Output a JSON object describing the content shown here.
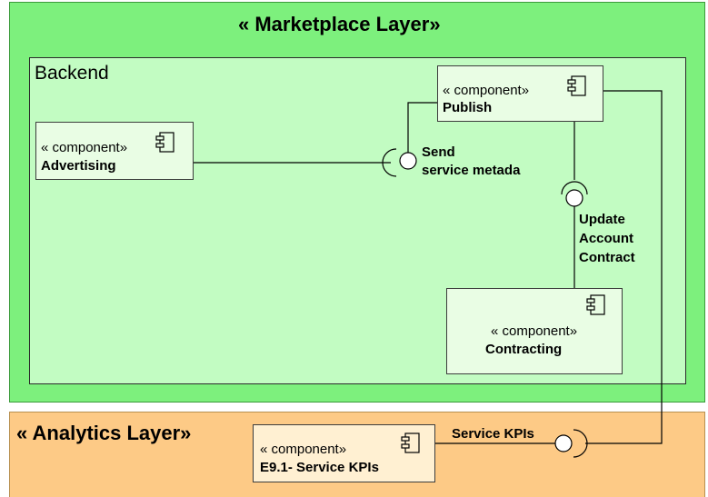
{
  "layers": {
    "marketplace": {
      "title": "« Marketplace Layer»"
    },
    "analytics": {
      "title": "« Analytics Layer»"
    }
  },
  "backend": {
    "title": "Backend"
  },
  "components": {
    "publish": {
      "stereotype": "« component»",
      "name": "Publish"
    },
    "advertising": {
      "stereotype": "« component»",
      "name": "Advertising"
    },
    "contracting": {
      "stereotype": "« component»",
      "name": "Contracting"
    },
    "service_kpis": {
      "stereotype": "« component»",
      "name": "E9.1- Service KPIs"
    }
  },
  "interfaces": {
    "send_metadata": {
      "line1": "Send",
      "line2": "service metada"
    },
    "update_contract": {
      "line1": "Update",
      "line2": "Account",
      "line3": "Contract"
    },
    "service_kpis": {
      "label": "Service KPIs"
    }
  },
  "colors": {
    "marketplace_fill": "#7df07d",
    "backend_fill": "#c2fcc2",
    "analytics_fill": "#fdca86",
    "component_fill": "#e9fde4",
    "analytics_component_fill": "#fff0d2"
  }
}
